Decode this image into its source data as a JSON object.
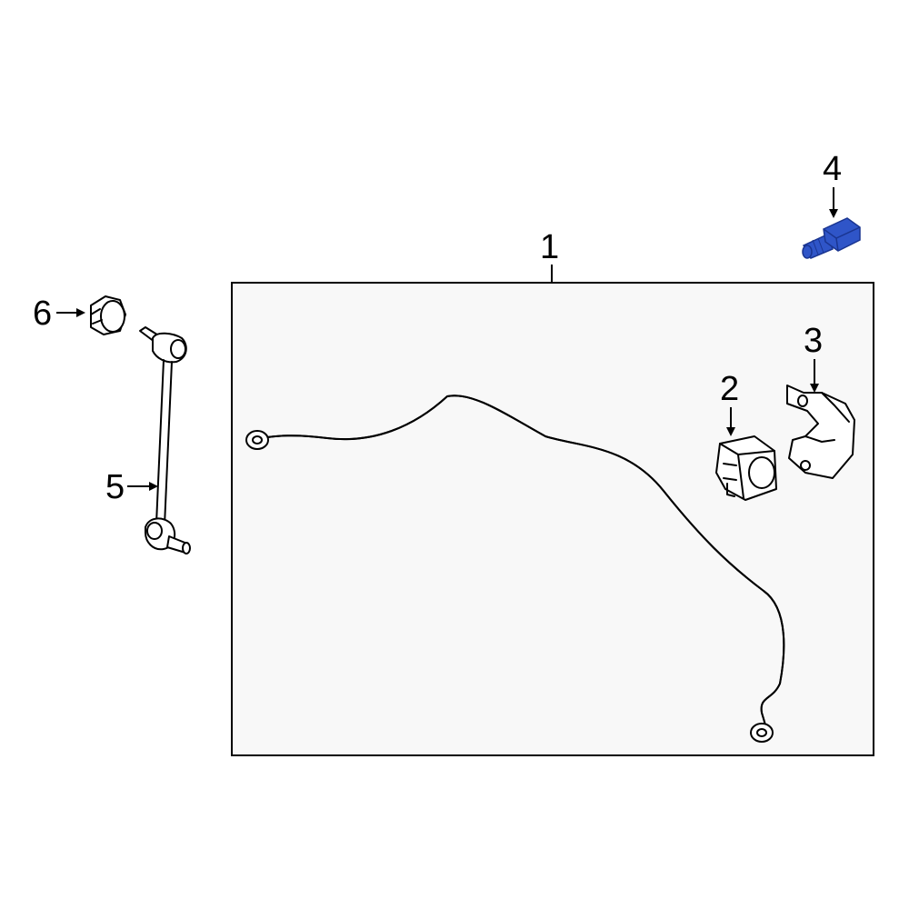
{
  "callouts": [
    {
      "id": "1",
      "label": "1"
    },
    {
      "id": "2",
      "label": "2"
    },
    {
      "id": "3",
      "label": "3"
    },
    {
      "id": "4",
      "label": "4"
    },
    {
      "id": "5",
      "label": "5"
    },
    {
      "id": "6",
      "label": "6"
    }
  ],
  "colors": {
    "background": "#ffffff",
    "panel_fill": "#f8f8f8",
    "line": "#000000",
    "highlight_part": "#2f55c8",
    "highlight_dark": "#1a3591"
  }
}
